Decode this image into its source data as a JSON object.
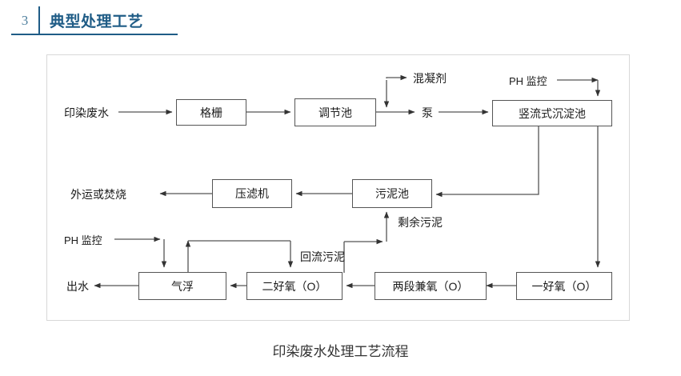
{
  "header": {
    "number": "3",
    "title": "典型处理工艺"
  },
  "diagram": {
    "caption": "印染废水处理工艺流程",
    "nodes": [
      {
        "id": "grating",
        "label": "格栅"
      },
      {
        "id": "regulating-tank",
        "label": "调节池"
      },
      {
        "id": "settling-tank",
        "label": "竖流式沉淀池"
      },
      {
        "id": "filter-press",
        "label": "压滤机"
      },
      {
        "id": "sludge-tank",
        "label": "污泥池"
      },
      {
        "id": "air-flotation",
        "label": "气浮"
      },
      {
        "id": "aerobic-2",
        "label": "二好氧（O）"
      },
      {
        "id": "anoxic-2stage",
        "label": "两段兼氧（O）"
      },
      {
        "id": "aerobic-1",
        "label": "一好氧（O）"
      }
    ],
    "labels": [
      {
        "id": "influent",
        "text": "印染废水"
      },
      {
        "id": "coagulant",
        "text": "混凝剂"
      },
      {
        "id": "pump",
        "text": "泵"
      },
      {
        "id": "ph-monitor-top",
        "text": "PH 监控"
      },
      {
        "id": "haul-or-burn",
        "text": "外运或焚烧"
      },
      {
        "id": "excess-sludge",
        "text": "剩余污泥"
      },
      {
        "id": "ph-monitor-left",
        "text": "PH 监控"
      },
      {
        "id": "return-sludge",
        "text": "回流污泥"
      },
      {
        "id": "effluent",
        "text": "出水"
      }
    ],
    "colors": {
      "accent": "#1f5c86",
      "accent_light": "#4e7f9e",
      "stroke": "#555555",
      "frame": "#d8d8d8",
      "text": "#1a1a1a"
    }
  }
}
